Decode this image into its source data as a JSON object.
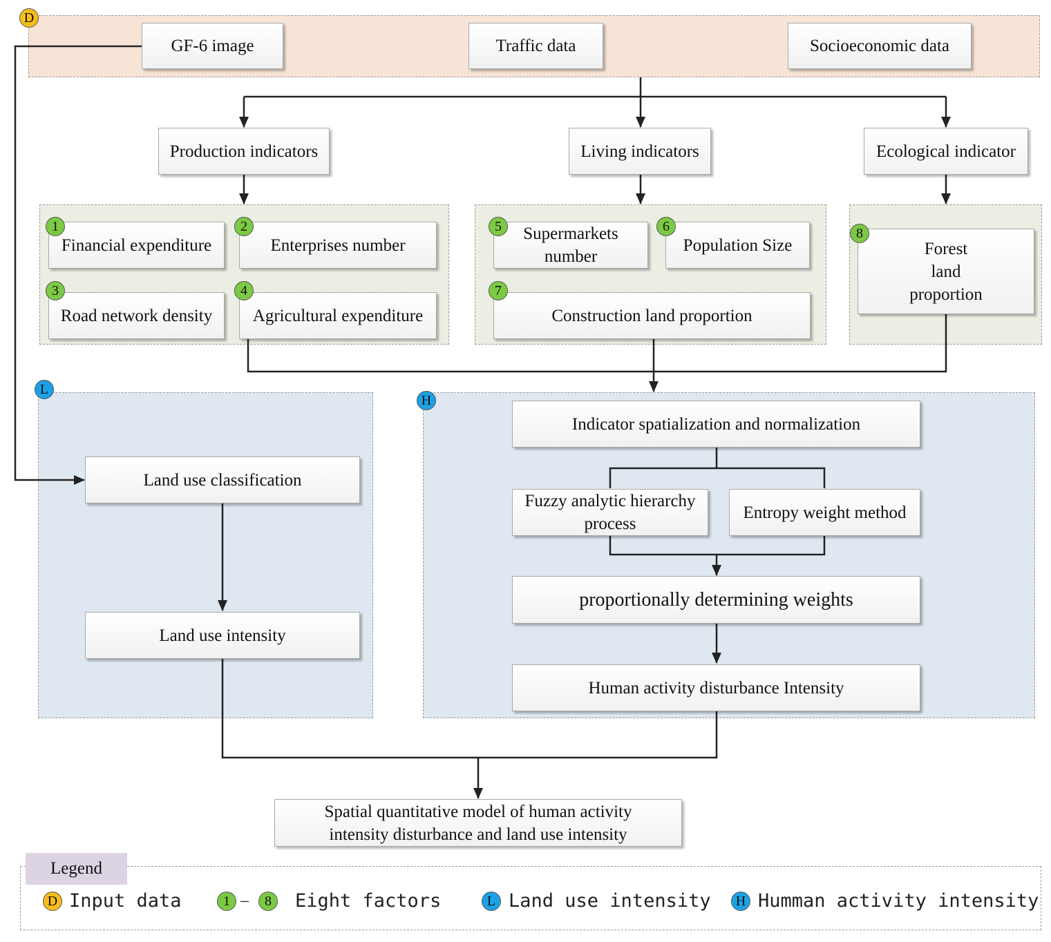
{
  "badges": {
    "input": "D",
    "land": "L",
    "human": "H",
    "factors": [
      "1",
      "2",
      "3",
      "4",
      "5",
      "6",
      "7",
      "8"
    ]
  },
  "inputs": {
    "gf6": "GF-6 image",
    "traffic": "Traffic data",
    "socio": "Socioeconomic data"
  },
  "indicators": {
    "production": "Production indicators",
    "living": "Living indicators",
    "ecological": "Ecological indicator"
  },
  "factors": {
    "financial": "Financial expenditure",
    "enterprises": "Enterprises number",
    "road": "Road network density",
    "agricultural": "Agricultural expenditure",
    "supermarkets": [
      "Supermarkets",
      "number"
    ],
    "population": "Population Size",
    "construction": "Construction land proportion",
    "forest": [
      "Forest",
      "land",
      "proportion"
    ]
  },
  "land_use": {
    "classification": "Land use classification",
    "intensity": "Land use intensity"
  },
  "human": {
    "spatialization": "Indicator spatialization and normalization",
    "fuzzy": [
      "Fuzzy analytic hierarchy",
      "process"
    ],
    "entropy": "Entropy weight method",
    "weights": "proportionally determining weights",
    "disturbance": "Human activity disturbance Intensity"
  },
  "final": [
    "Spatial quantitative model of human activity",
    "intensity disturbance and land use intensity"
  ],
  "legend": {
    "title": "Legend",
    "dash": "–",
    "input_data": "Input data",
    "eight_factors": "Eight factors",
    "land_use_intensity": "Land use intensity",
    "human_activity": "Humman activity intensity"
  },
  "colors": {
    "input_region": "#f8e4d6",
    "factor_region": "#ebefe3",
    "blue_region": "#dfe8f1",
    "badge_green": "#7cc943",
    "badge_yellow": "#f6bd1a",
    "badge_blue": "#1da1e6",
    "legend_title_bg": "#dcd3e3"
  }
}
